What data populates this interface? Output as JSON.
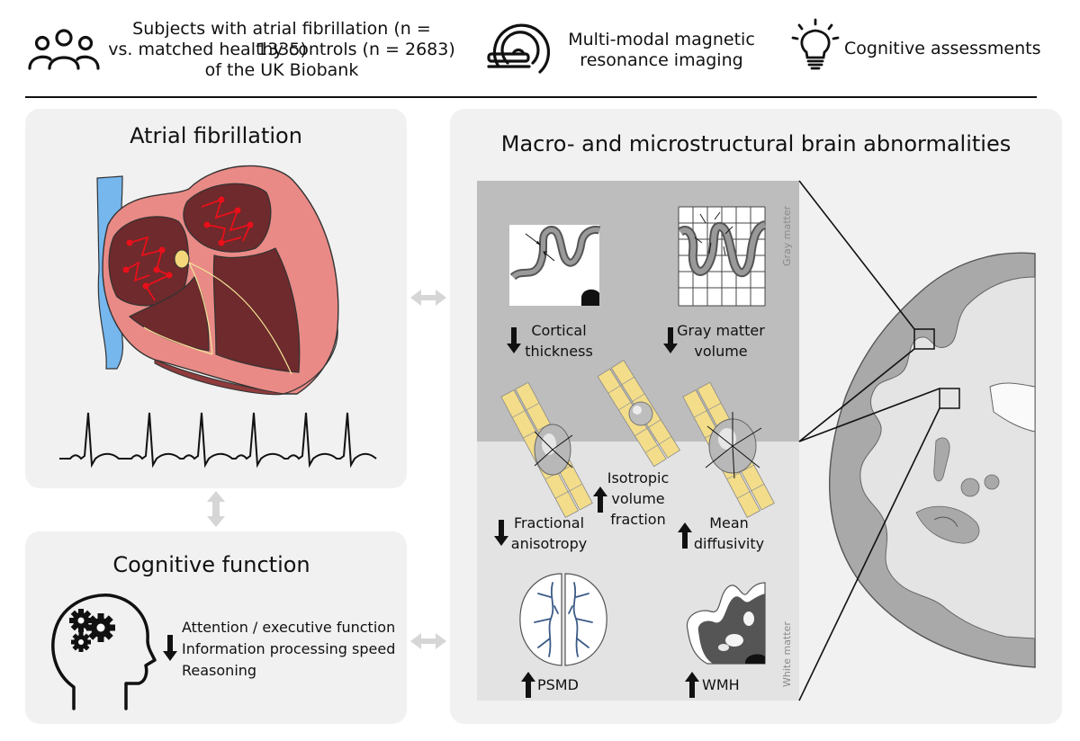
{
  "header": {
    "subjects_line1": "Subjects with atrial fibrillation (n = 1335)",
    "subjects_line2": "vs. matched healthy controls (n = 2683)",
    "subjects_line3": "of the UK Biobank",
    "mri_line1": "Multi-modal magnetic",
    "mri_line2": "resonance imaging",
    "cognitive": "Cognitive assessments"
  },
  "af_panel": {
    "title": "Atrial fibrillation"
  },
  "cog_panel": {
    "title": "Cognitive function",
    "items": [
      "Attention / executive function",
      "Information processing speed",
      "Reasoning"
    ]
  },
  "brain_panel": {
    "title": "Macro- and microstructural brain abnormalities",
    "gray_matter_label": "Gray matter",
    "white_matter_label": "White matter",
    "cortical_line1": "Cortical",
    "cortical_line2": "thickness",
    "gmv_line1": "Gray matter",
    "gmv_line2": "volume",
    "isotropic_line1": "Isotropic",
    "isotropic_line2": "volume",
    "isotropic_line3": "fraction",
    "fa_line1": "Fractional",
    "fa_line2": "anisotropy",
    "md_line1": "Mean",
    "md_line2": "diffusivity",
    "psmd": "PSMD",
    "wmh": "WMH"
  },
  "colors": {
    "panel_bg": "#f0f1f0",
    "gray_matter_bg": "#bdbdbd",
    "white_matter_bg": "#e3e3e3",
    "heart_outer": "#e98a86",
    "heart_inner": "#6e2a2c",
    "vessel": "#76b7ee",
    "signal": "#e8101a",
    "connector": "#d5d6d5"
  },
  "icons": [
    "people-icon",
    "mri-scanner-icon",
    "lightbulb-icon",
    "heart-illustration",
    "ecg-trace",
    "head-gears-icon",
    "brain-section"
  ]
}
